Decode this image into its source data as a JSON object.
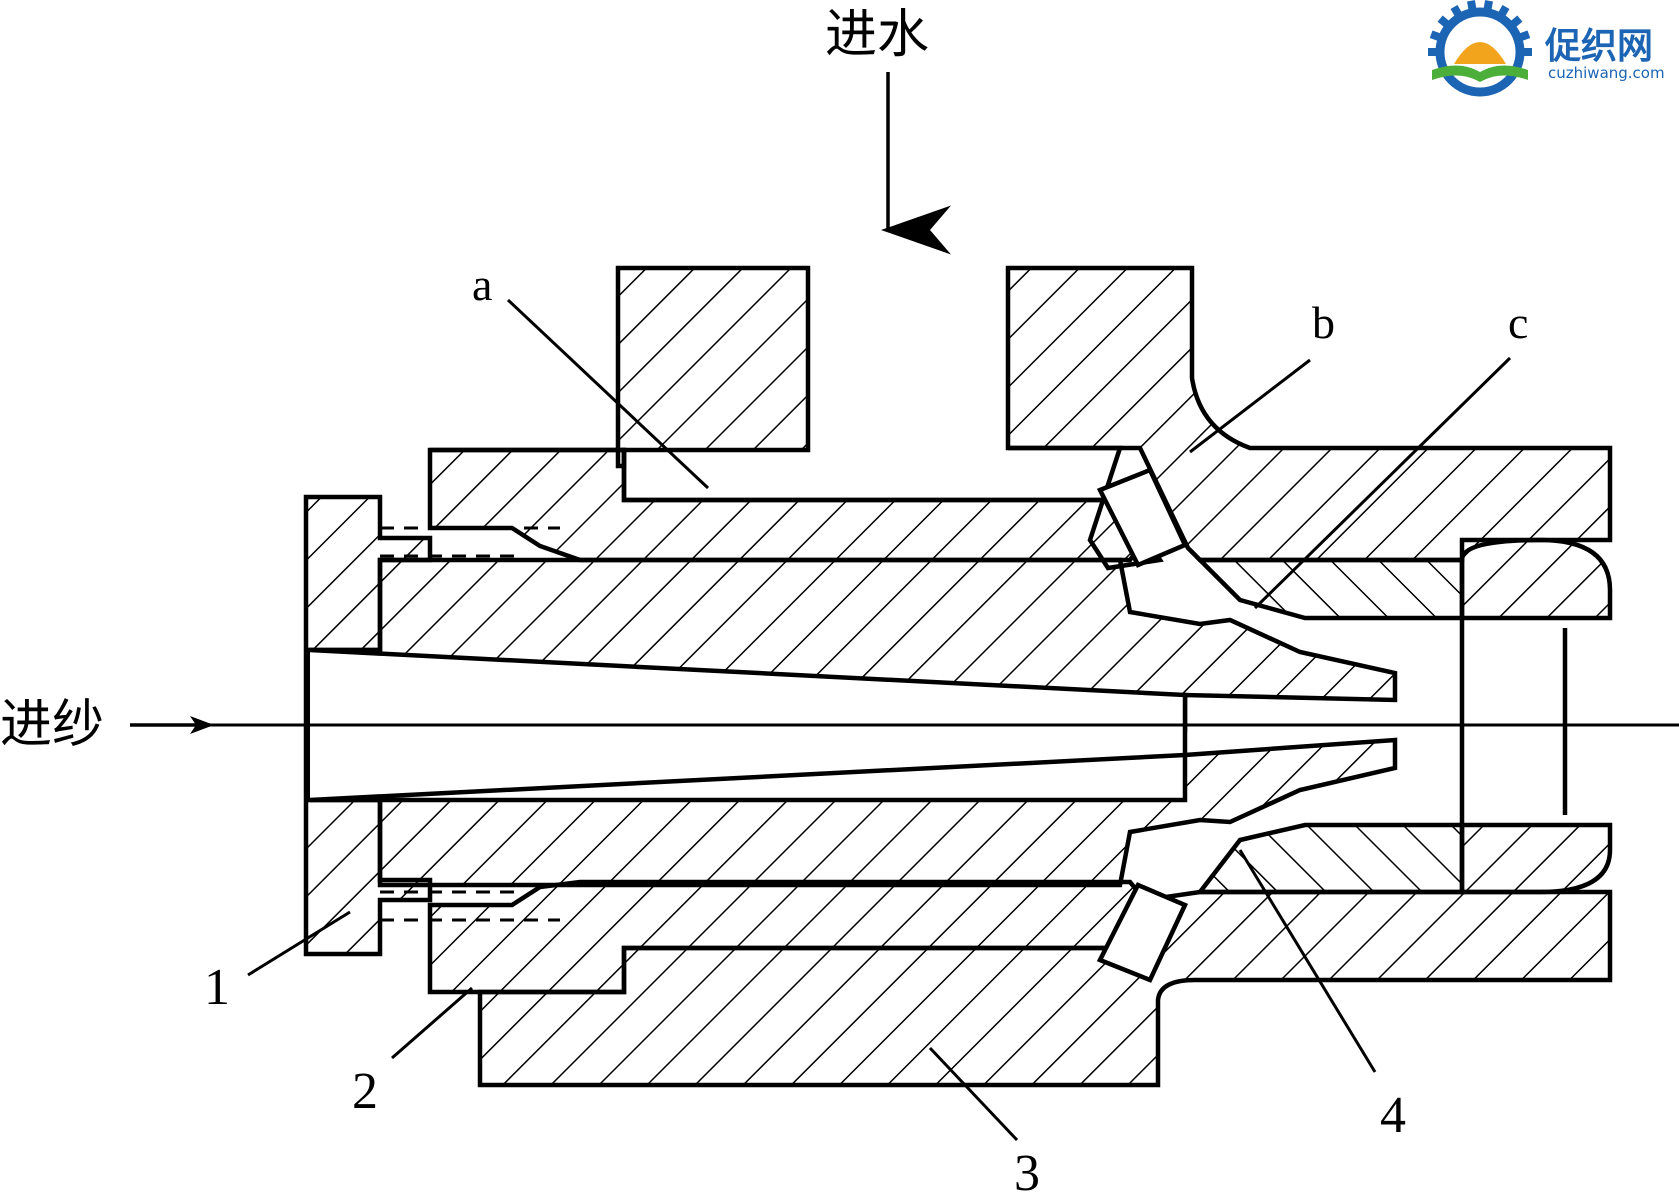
{
  "labels": {
    "water_inlet": "进水",
    "yarn_inlet": "进纱",
    "a": "a",
    "b": "b",
    "c": "c",
    "part1": "1",
    "part2": "2",
    "part3": "3",
    "part4": "4"
  },
  "logo": {
    "name": "促织网",
    "url_text": "cuzhiwang.com",
    "colors": {
      "gear": "#1c64b4",
      "arc": "#f2a51c",
      "green": "#4caf3a",
      "text": "#1c64b4"
    }
  }
}
